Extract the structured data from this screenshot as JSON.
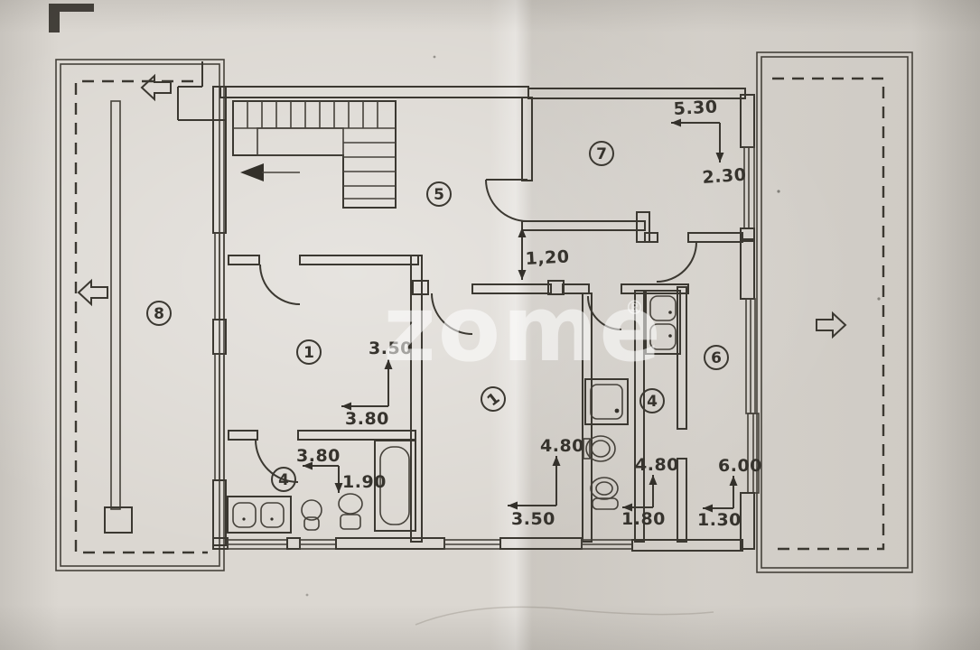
{
  "watermark": {
    "text": "zome",
    "registered": "®"
  },
  "rooms": {
    "room1": {
      "number": "1"
    },
    "living": {
      "number": "1"
    },
    "bath1": {
      "number": "4"
    },
    "bath2": {
      "number": "4"
    },
    "room5": {
      "number": "5"
    },
    "room6": {
      "number": "6"
    },
    "room7": {
      "number": "7"
    },
    "terrace": {
      "number": "8"
    }
  },
  "dimensions": {
    "room7_width": "5.30",
    "room7_depth": "2.30",
    "corridor_width": "1,20",
    "room1_depth": "3.50",
    "room1_width": "3.80",
    "bath1_width": "3.80",
    "bath1_depth": "1.90",
    "living_depth": "4.80",
    "living_width": "3.50",
    "bath2_depth": "4.80",
    "bath2_width": "1.80",
    "room6_depth": "6.00",
    "room6_width": "1.30"
  }
}
